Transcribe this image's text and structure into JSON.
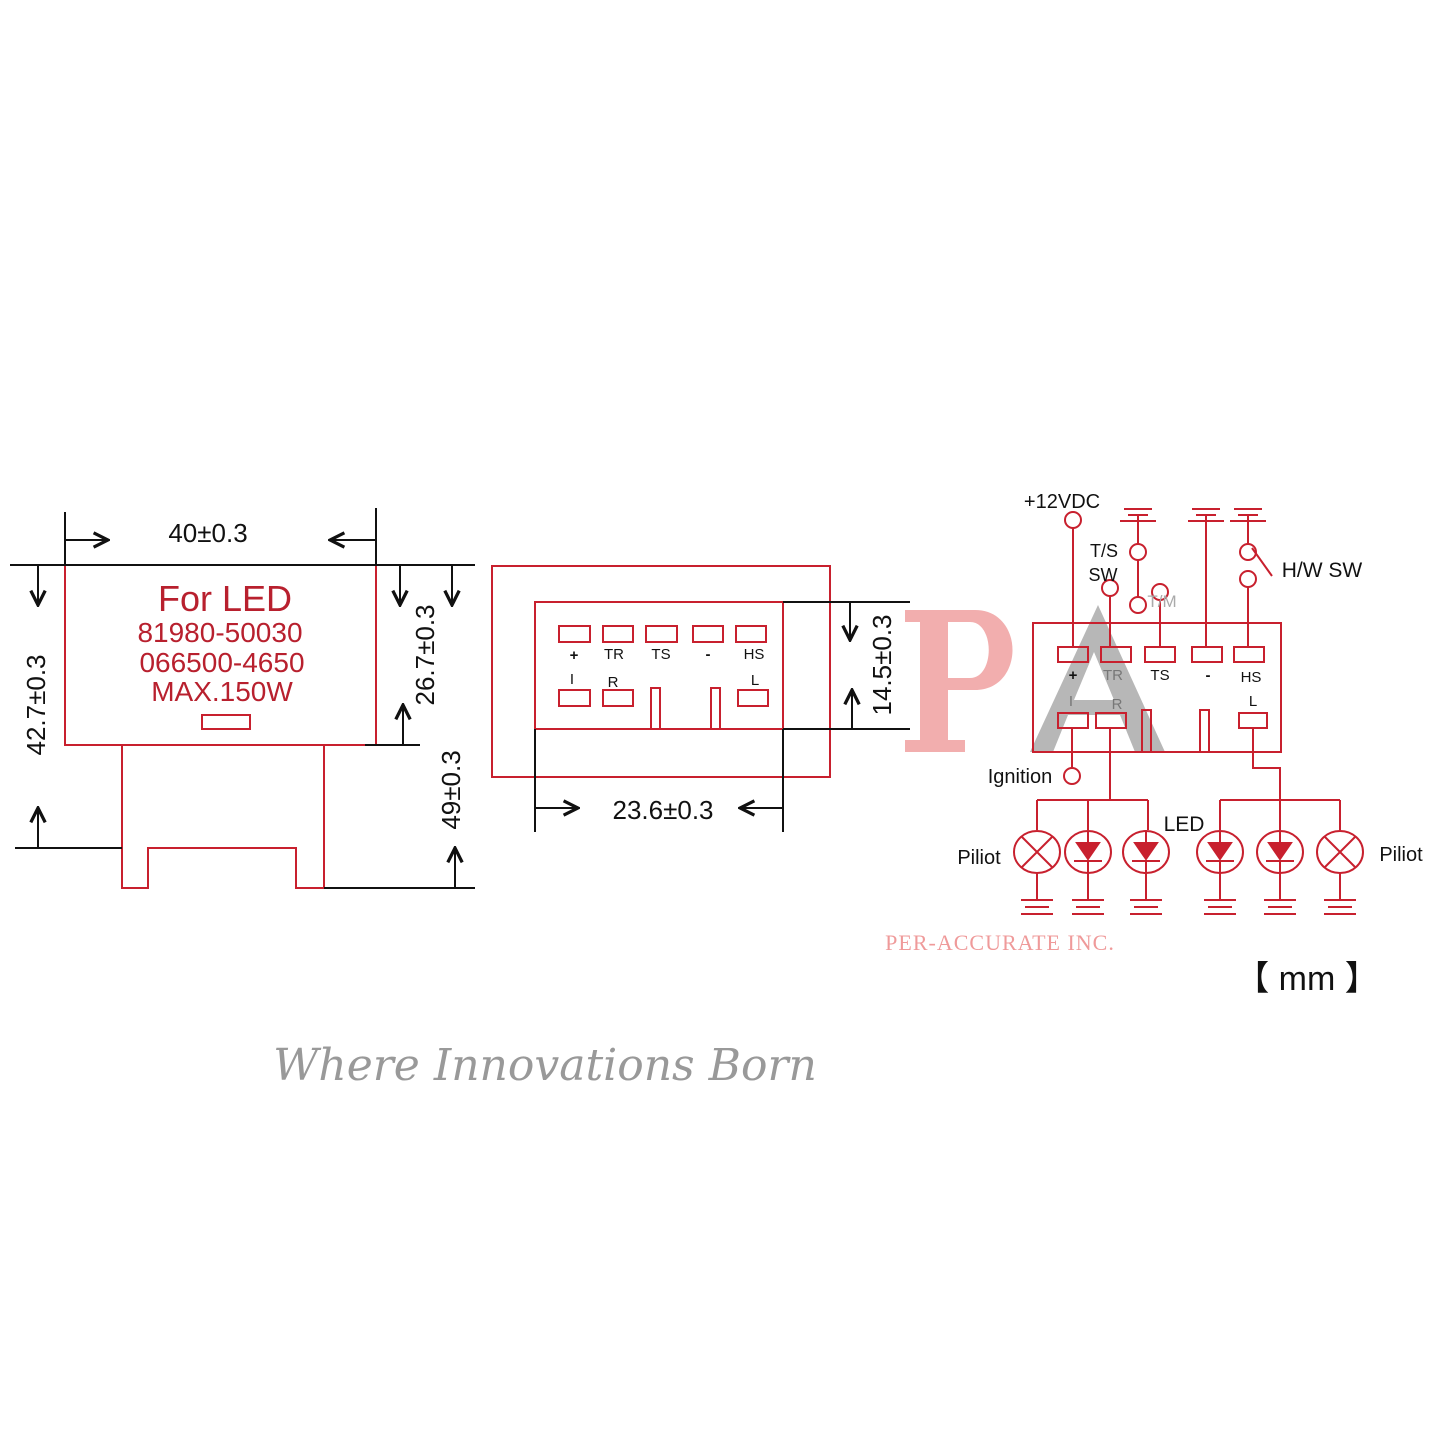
{
  "colors": {
    "line": "#c8202e",
    "text_red": "#b8202e",
    "dimension": "#111111"
  },
  "front_view": {
    "label_line1": "For LED",
    "label_line2": "81980-50030",
    "label_line3": "066500-4650",
    "label_line4": "MAX.150W",
    "dim_width": "40±0.3",
    "dim_body_height": "42.7±0.3",
    "dim_upper": "26.7±0.3",
    "dim_total": "49±0.3"
  },
  "connector_view": {
    "top_pins": [
      "+",
      "TR",
      "TS",
      "-",
      "HS"
    ],
    "bottom_pins": [
      "I",
      "R",
      "L"
    ],
    "dim_height": "14.5±0.3",
    "dim_width": "23.6±0.3"
  },
  "circuit": {
    "supply": "+12VDC",
    "ts_switch_line1": "T/S",
    "ts_switch_line2": "SW",
    "tm_label": "T/M",
    "hw_switch": "H/W SW",
    "top_pins": [
      "+",
      "TR",
      "TS",
      "-",
      "HS"
    ],
    "bottom_pins": [
      "I",
      "R",
      "L"
    ],
    "ignition": "Ignition",
    "led": "LED",
    "pilot_left": "Piliot",
    "pilot_right": "Piliot"
  },
  "units": "【  mm  】",
  "watermark": {
    "script": "Where Innovations Born",
    "logo_letters": "PA",
    "company": "PER-ACCURATE INC."
  }
}
